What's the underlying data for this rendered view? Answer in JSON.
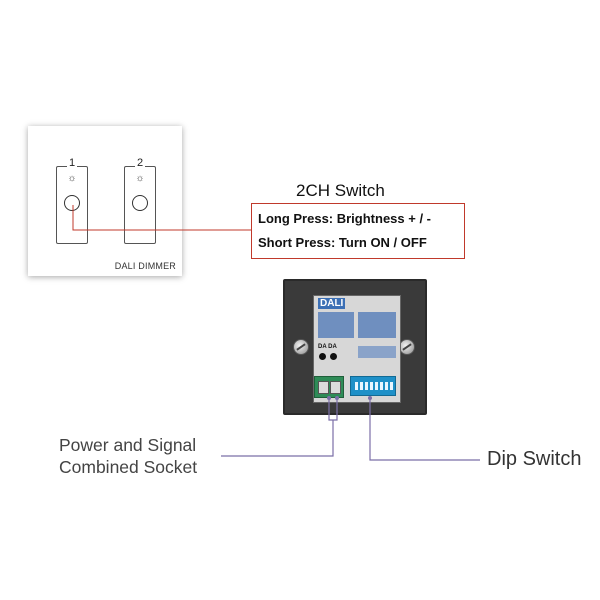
{
  "panel": {
    "keys": [
      {
        "number": "1"
      },
      {
        "number": "2"
      }
    ],
    "label": "DALI DIMMER"
  },
  "callout": {
    "title": "2CH Switch",
    "lines": [
      "Long Press: Brightness + / -",
      "Short Press: Turn ON / OFF"
    ],
    "border_color": "#c0392b"
  },
  "module": {
    "logo": "DALI",
    "terminal_label": "DA DA"
  },
  "labels": {
    "power_socket_line1": "Power and Signal",
    "power_socket_line2": "Combined Socket",
    "dip_switch": "Dip Switch"
  },
  "colors": {
    "leader_line": "#7b6fa8",
    "callout_line": "#c0392b"
  }
}
